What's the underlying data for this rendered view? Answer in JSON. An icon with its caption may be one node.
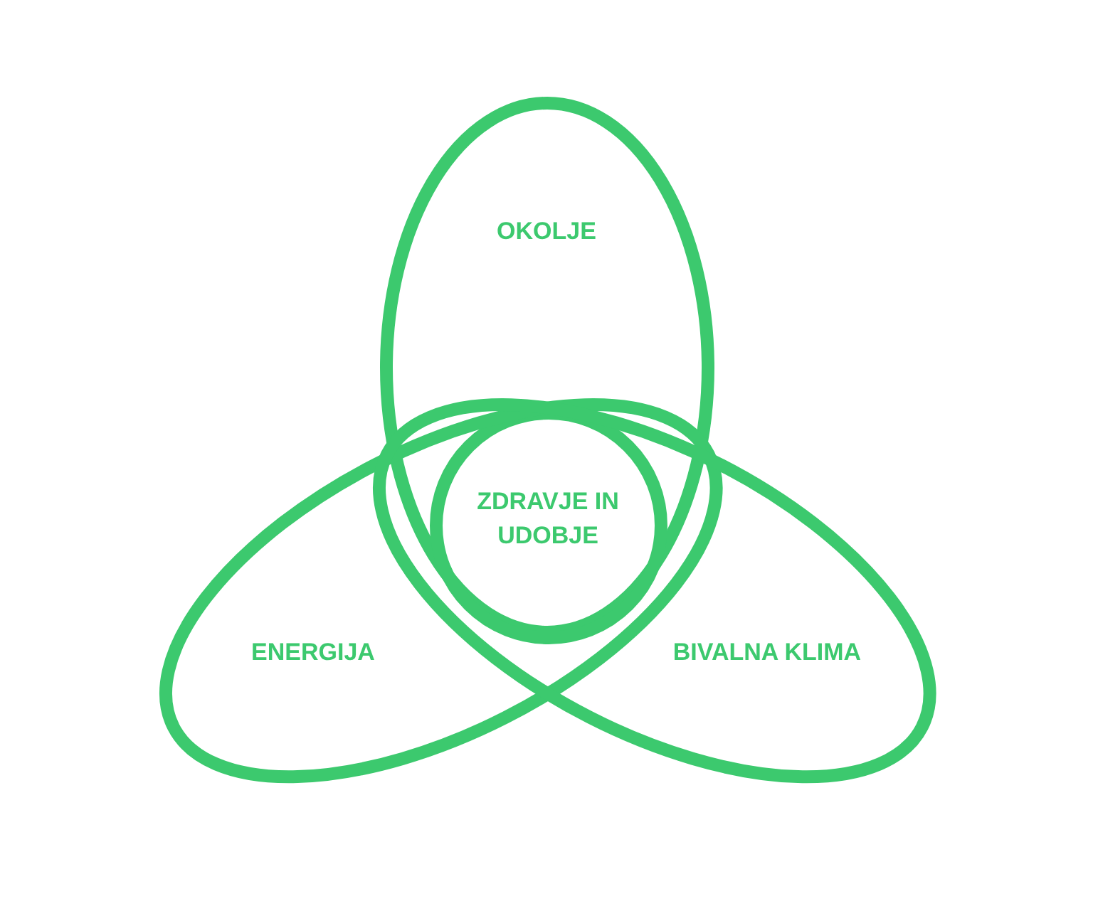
{
  "diagram": {
    "nodes": [
      {
        "text": [
          "OKOLJE"
        ]
      },
      {
        "text": [
          "ZDRAVJE IN UDOBJE"
        ]
      },
      {
        "text": [
          "ENERGIJA"
        ]
      },
      {
        "text": [
          "BIVALNA KLIMA"
        ]
      }
    ]
  }
}
